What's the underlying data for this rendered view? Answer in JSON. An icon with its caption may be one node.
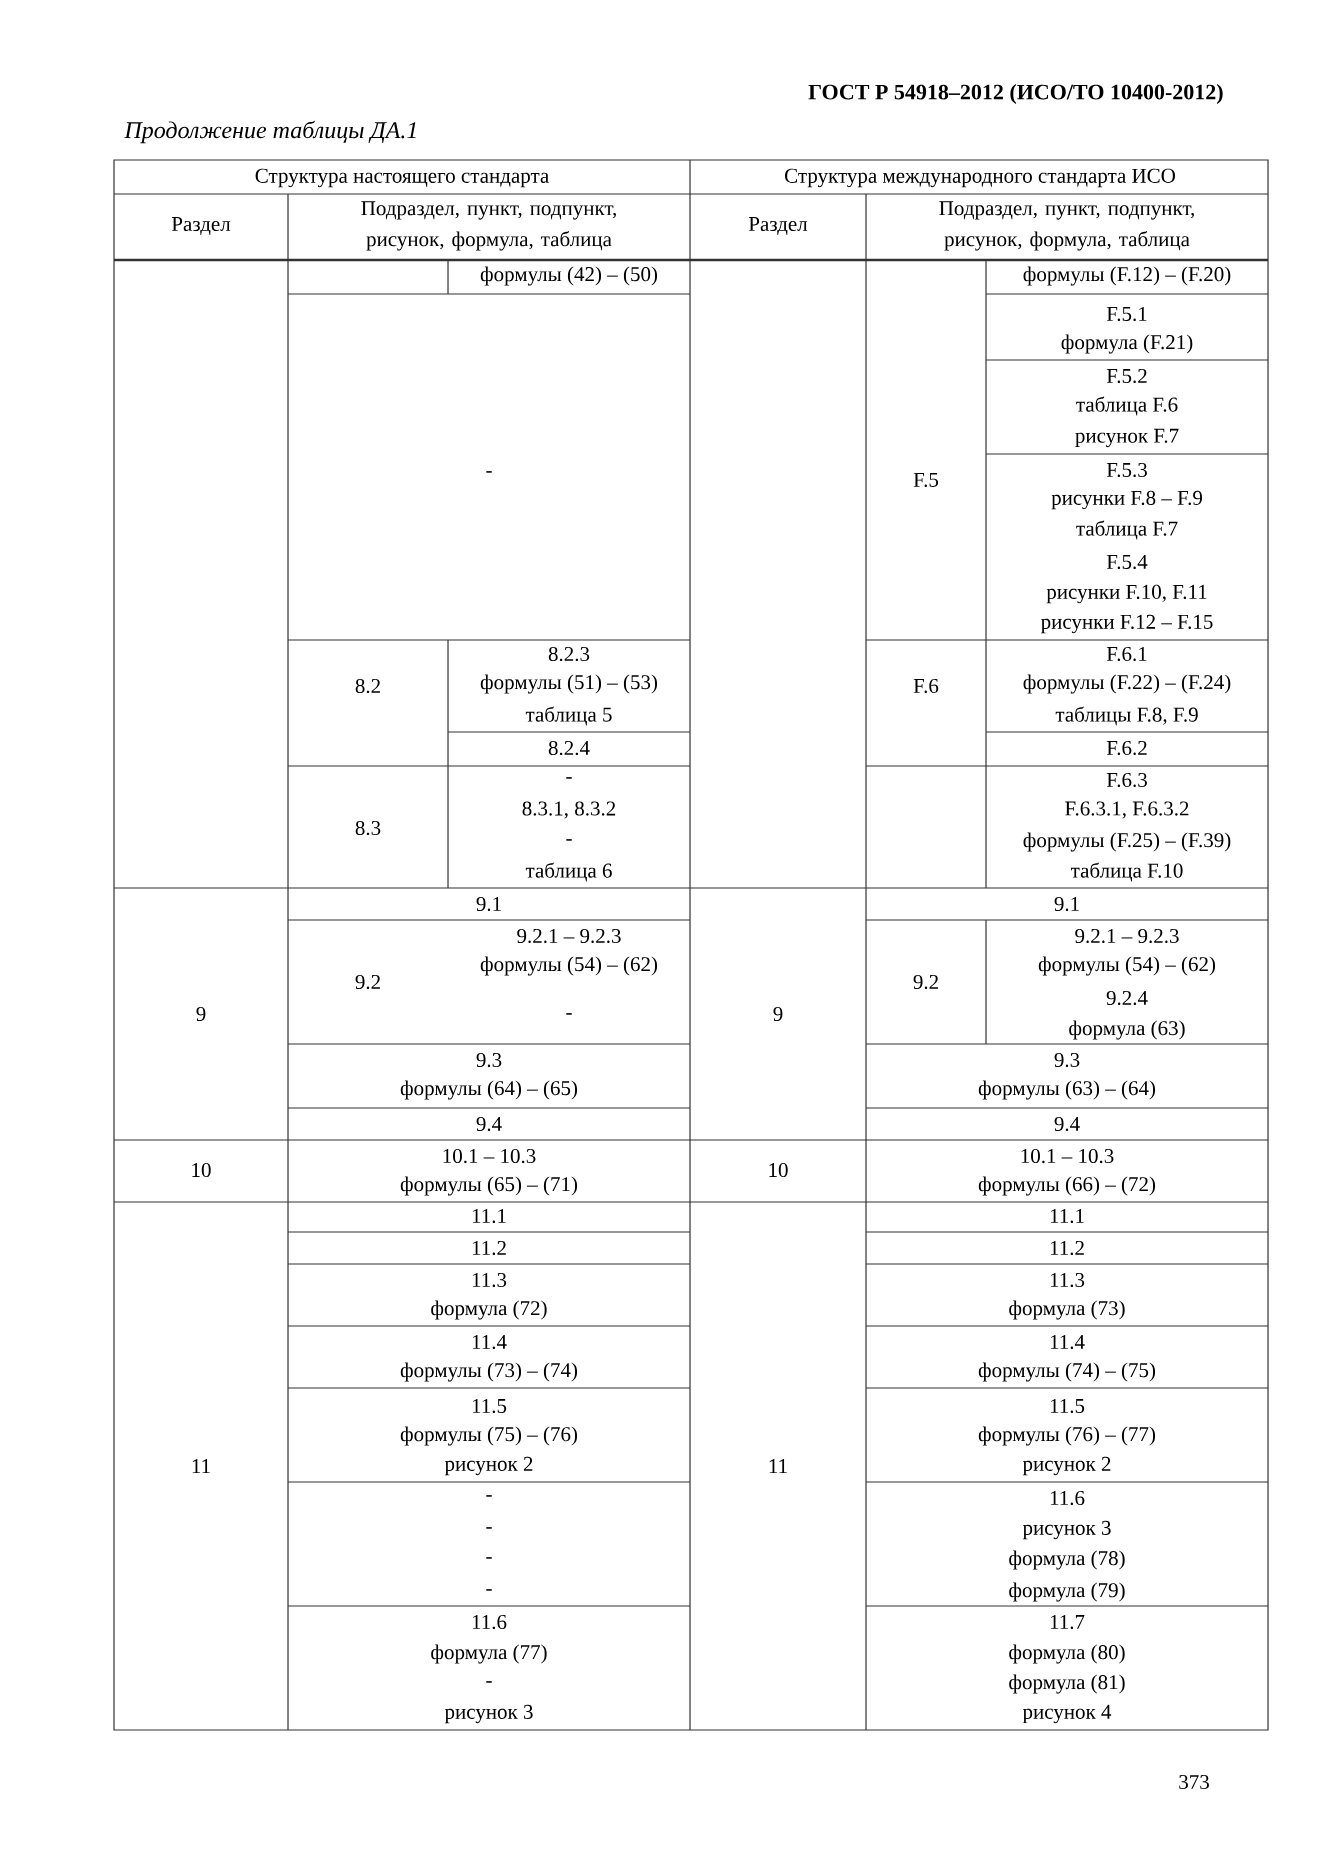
{
  "diagram": {
    "title": "ГОСТ Р 54918–2012 (ИСО/ТО 10400-2012)",
    "caption": "Продолжение таблицы ДА.1",
    "labels": [
      "Структура настоящего стандарта",
      "Структура международного стандарта ИСО",
      "Раздел",
      "Подраздел, пункт, подпункт, рисунок, формула, таблица",
      "Раздел",
      "Подраздел, пункт, подпункт, рисунок, формула, таблица",
      "формулы (42) – (50)",
      "формулы (F.12) – (F.20)",
      "-",
      "F.5",
      "F.5.1",
      "формула (F.21)",
      "F.5.2",
      "таблица F.6",
      "рисунок F.7",
      "F.5.3",
      "рисунки F.8 – F.9",
      "таблица F.7",
      "F.5.4",
      "рисунки F.10, F.11",
      "рисунки F.12 – F.15",
      "8.2",
      "8.2.3",
      "формулы (51) – (53)",
      "таблица 5",
      "F.6",
      "F.6.1",
      "формулы (F.22) – (F.24)",
      "таблицы F.8, F.9",
      "8.2.4",
      "F.6.2",
      "8.3",
      "-",
      "8.3.1, 8.3.2",
      "-",
      "таблица 6",
      "F.6.3",
      "F.6.3.1, F.6.3.2",
      "формулы (F.25) – (F.39)",
      "таблица F.10",
      "9",
      "9.1",
      "9",
      "9.1",
      "9.2",
      "9.2.1 – 9.2.3",
      "формулы (54) – (62)",
      "-",
      "9.2",
      "9.2.1 – 9.2.3",
      "формулы (54) – (62)",
      "9.2.4",
      "формула (63)",
      "9.3",
      "формулы (64) – (65)",
      "9.3",
      "формулы (63) – (64)",
      "9.4",
      "9.4",
      "10",
      "10.1 – 10.3",
      "формулы (65) – (71)",
      "10",
      "10.1 – 10.3",
      "формулы (66) – (72)",
      "11",
      "11.1",
      "11",
      "11.1",
      "11.2",
      "11.2",
      "11.3",
      "формула (72)",
      "11.3",
      "формула (73)",
      "11.4",
      "формулы (73) – (74)",
      "11.4",
      "формулы (74) – (75)",
      "11.5",
      "формулы (75) – (76)",
      "рисунок 2",
      "11.5",
      "формулы (76) – (77)",
      "рисунок 2",
      "-",
      "-",
      "-",
      "-",
      "11.6",
      "рисунок 3",
      "формула (78)",
      "формула (79)",
      "11.6",
      "формула (77)",
      "-",
      "рисунок 3",
      "11.7",
      "формула (80)",
      "формула (81)",
      "рисунок 4",
      "373"
    ]
  }
}
